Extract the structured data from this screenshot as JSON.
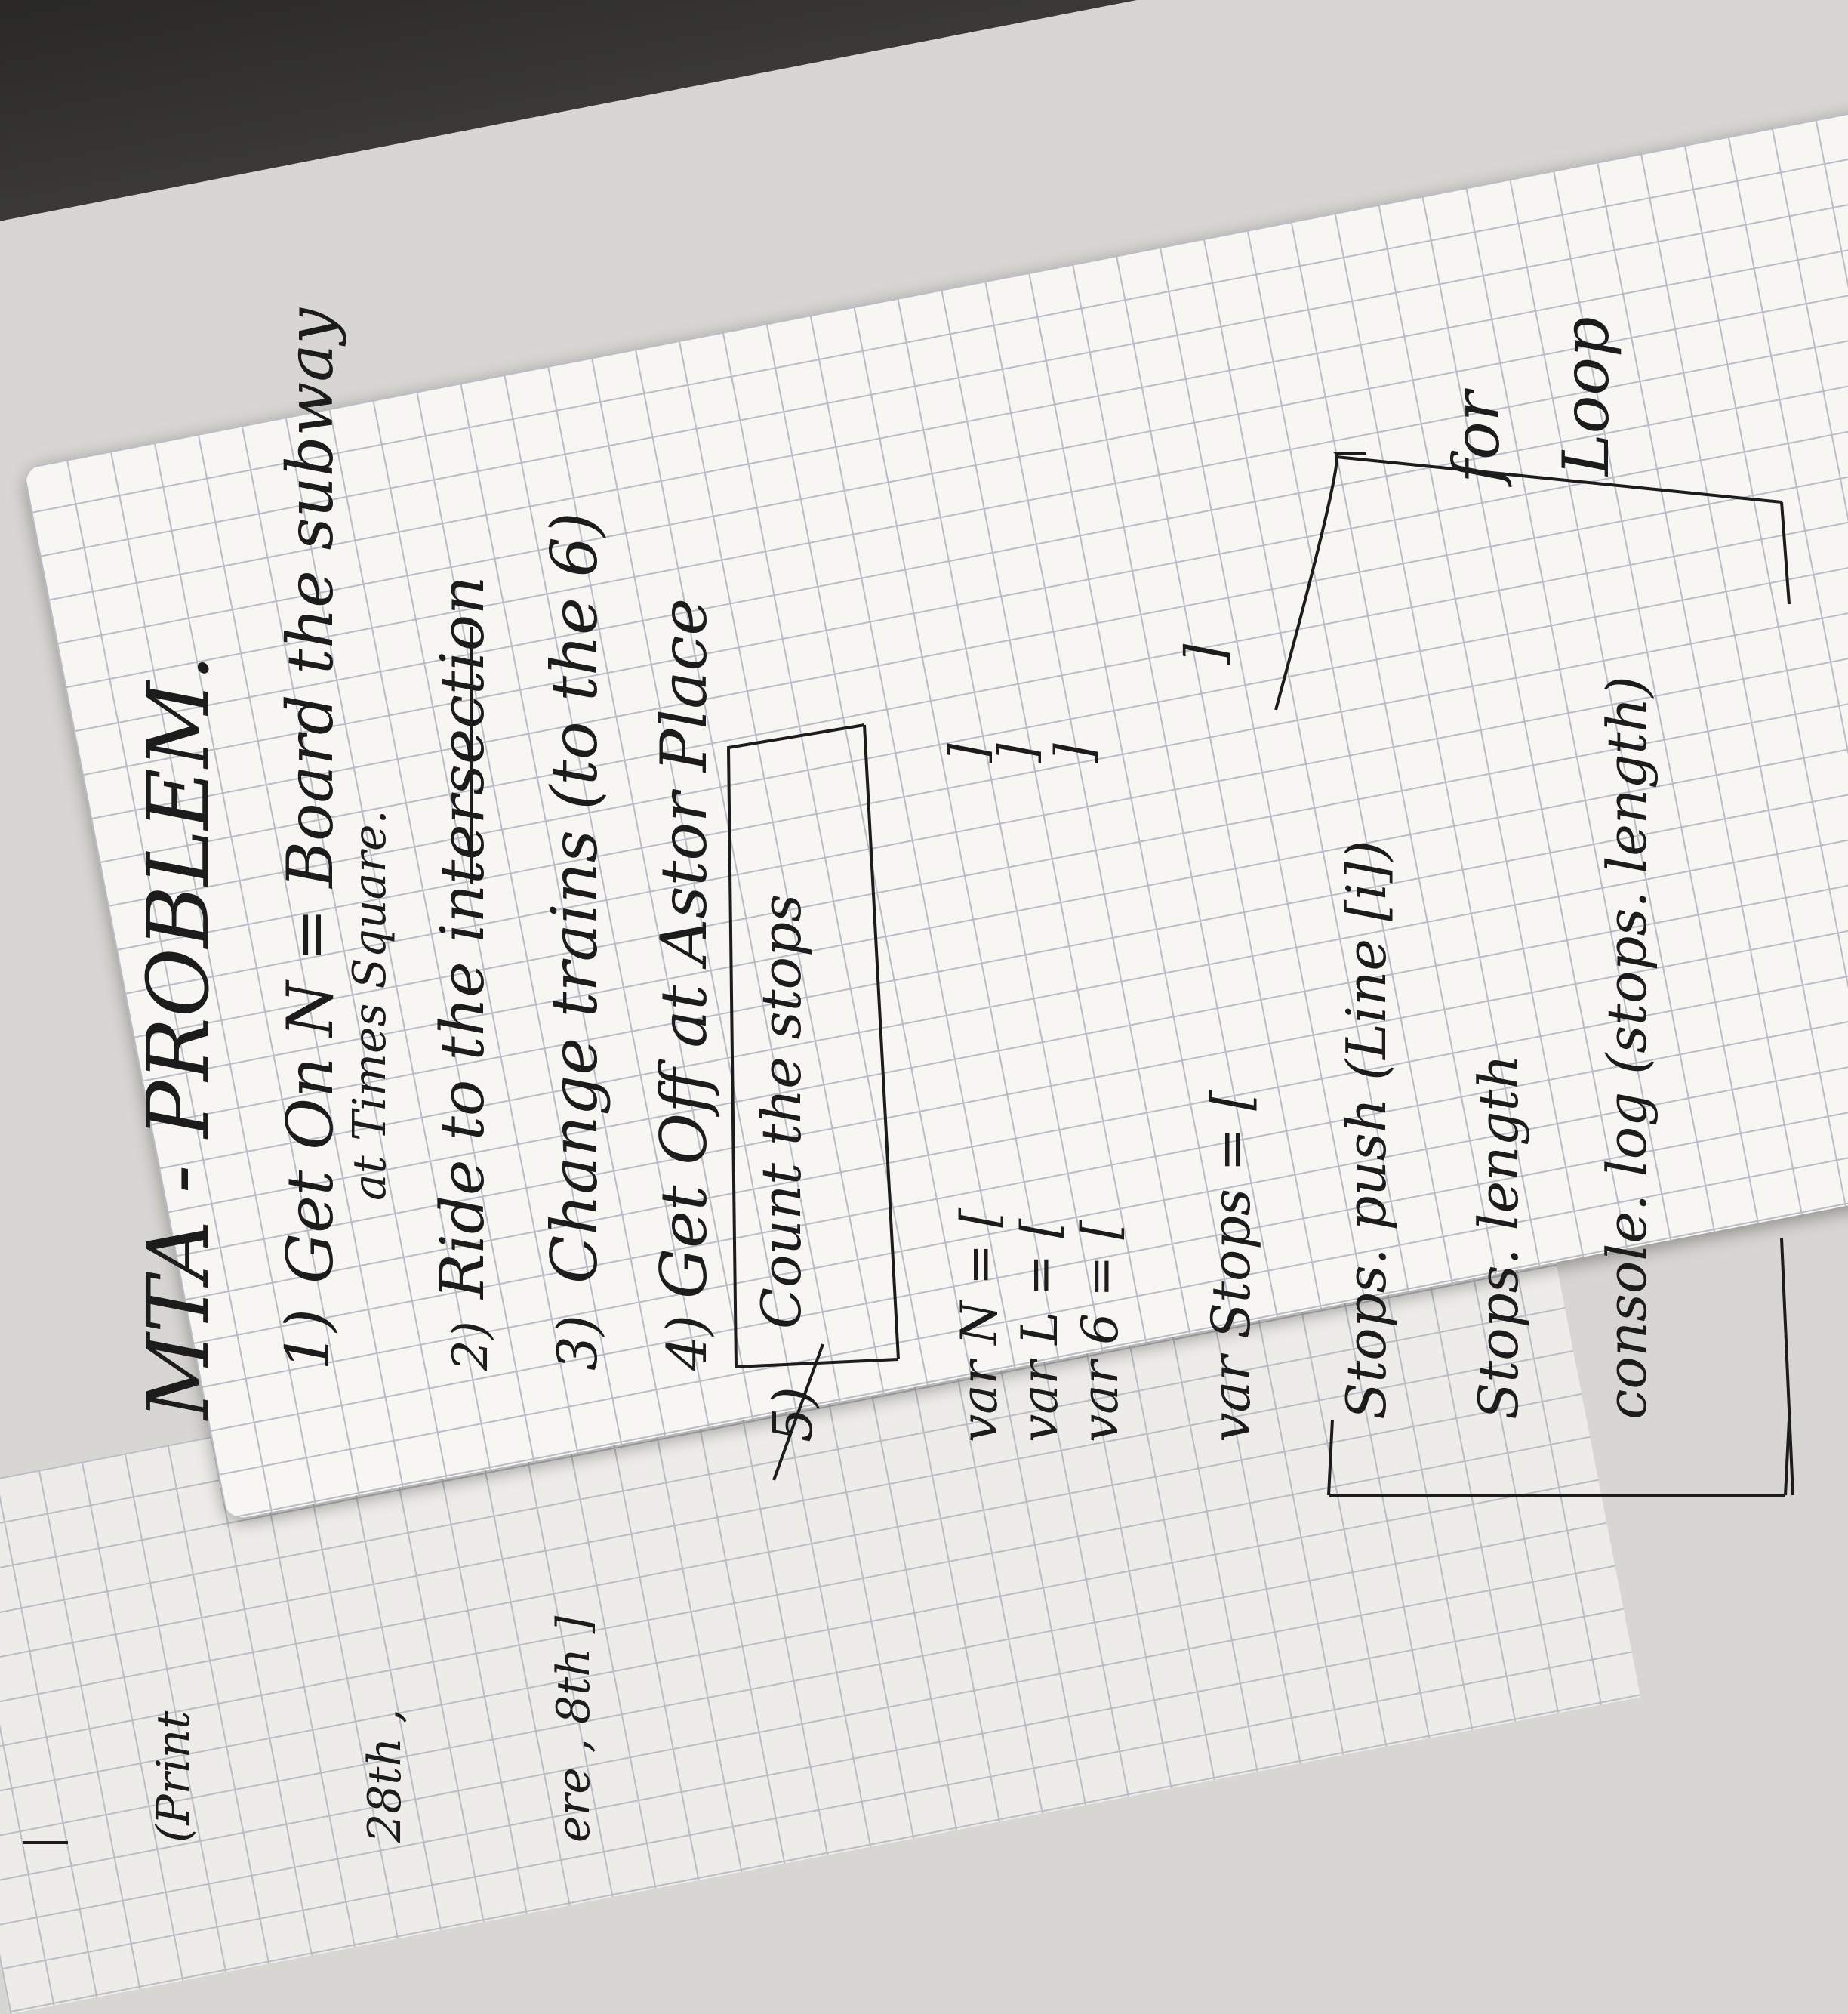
{
  "notes": {
    "title": "MTA - PROBLEM.",
    "steps": [
      {
        "num": "1)",
        "text": "Get On N = Board the subway"
      },
      {
        "num": "",
        "text": "at Times Square."
      },
      {
        "num": "2)",
        "text": "Ride to the intersection"
      },
      {
        "num": "3)",
        "text": "Change trains (to the 6)"
      },
      {
        "num": "4)",
        "text": "Get Off at Astor Place"
      },
      {
        "num": "5)",
        "text": "Count the stops"
      }
    ],
    "vars": [
      {
        "left": "var N = [",
        "right": "]"
      },
      {
        "left": "var L = [",
        "right": "]"
      },
      {
        "left": "var 6 = [",
        "right": "]"
      }
    ],
    "stops_var": "var Stops = [",
    "stops_var_close": "]",
    "code": [
      "Stops. push (Line [i])",
      "Stops. length",
      "console. log (stops. length)"
    ],
    "loop_note": [
      "for",
      "Loop"
    ]
  },
  "back_page": {
    "lines": [
      "(Print",
      "28th ,",
      "ere , 8th ]"
    ]
  },
  "colors": {
    "ink": "#1c1c1c",
    "paper": "#f7f6f3",
    "grid": "#b9bcc6",
    "cover": "#2b2a28"
  }
}
